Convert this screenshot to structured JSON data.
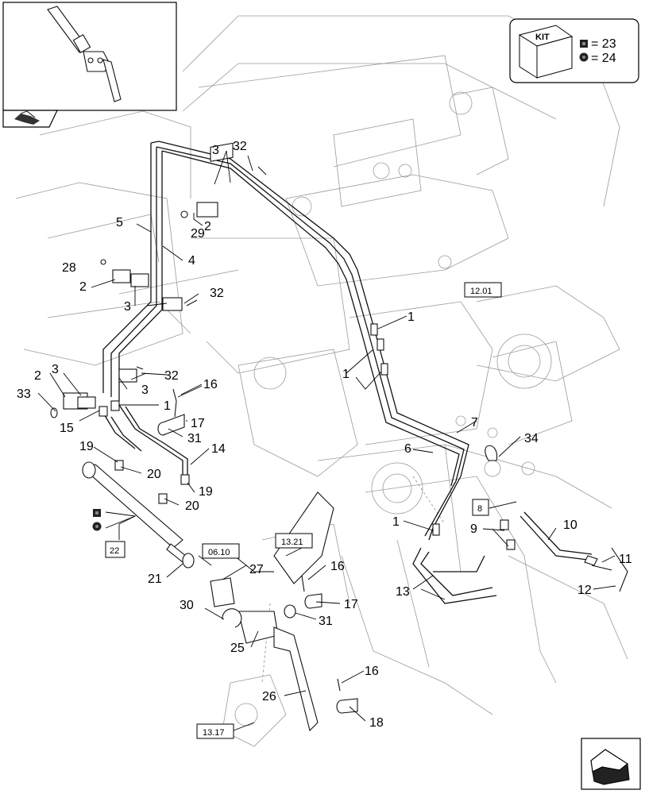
{
  "kit": {
    "title": "KIT",
    "items": [
      {
        "equals": "= 23",
        "symbol": "square-kit-icon"
      },
      {
        "equals": "= 24",
        "symbol": "round-kit-icon"
      }
    ]
  },
  "references": [
    "12.01",
    "8",
    "06.10",
    "13.21",
    "22",
    "13.17"
  ],
  "callouts": [
    "1",
    "1",
    "1",
    "1",
    "2",
    "2",
    "2",
    "3",
    "3",
    "3",
    "3",
    "4",
    "5",
    "6",
    "7",
    "9",
    "10",
    "11",
    "12",
    "13",
    "14",
    "15",
    "16",
    "16",
    "16",
    "17",
    "17",
    "18",
    "19",
    "19",
    "20",
    "20",
    "21",
    "25",
    "26",
    "27",
    "28",
    "29",
    "30",
    "31",
    "31",
    "32",
    "32",
    "32",
    "33",
    "34"
  ],
  "icons": {
    "inset_view": "hydraulic-arm-inset-view",
    "prev_page": "previous-page-arrow-icon",
    "next_page": "next-page-arrow-icon"
  }
}
